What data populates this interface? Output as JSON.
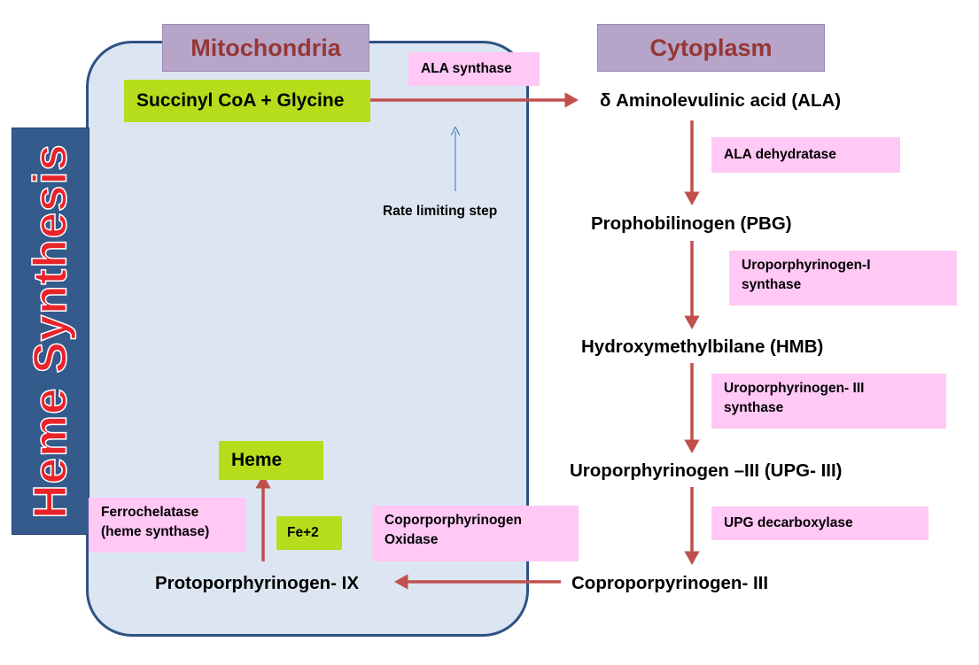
{
  "side_title": "Heme Synthesis",
  "regions": {
    "mitochondria": "Mitochondria",
    "cytoplasm": "Cytoplasm"
  },
  "compounds": {
    "start": "Succinyl CoA + Glycine",
    "ala": "δ Aminolevulinic acid (ALA)",
    "pbg": "Prophobilinogen (PBG)",
    "hmb": "Hydroxymethylbilane (HMB)",
    "upg": "Uroporphyrinogen –III (UPG- III)",
    "copro": "Coproporpyrinogen- III",
    "proto": "Protoporphyrinogen- IX",
    "heme": "Heme",
    "fe": "Fe+2"
  },
  "enzymes": {
    "ala_synthase": "ALA synthase",
    "ala_dehydratase": "ALA dehydratase",
    "uro1_line1": "Uroporphyrinogen-I",
    "uro1_line2": "synthase",
    "uro3_line1": "Uroporphyrinogen- III",
    "uro3_line2": "synthase",
    "upg_decarboxylase": "UPG decarboxylase",
    "copro_oxidase_line1": "Coporporphyrinogen",
    "copro_oxidase_line2": "Oxidase",
    "ferro_line1": "Ferrochelatase",
    "ferro_line2": "(heme synthase)"
  },
  "notes": {
    "rate_limiting": "Rate limiting step"
  },
  "colors": {
    "arrow": "#c0504d",
    "note_arrow": "#4f81bd",
    "mitochondria_fill": "#dce6f2",
    "mitochondria_border": "#2f5283",
    "header_fill": "#b7a4c9",
    "header_text": "#953735",
    "compound_box": "#b6dd1b",
    "enzyme_box": "#ffc8f5",
    "banner_fill": "#355a8c",
    "banner_text": "#e8232a"
  }
}
